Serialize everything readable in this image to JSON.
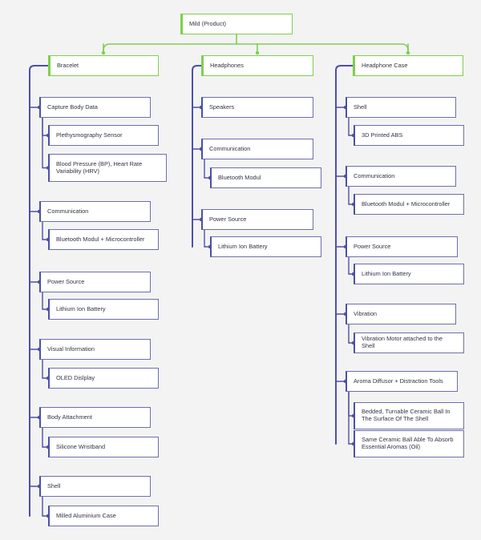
{
  "diagram": {
    "root": {
      "label": "Mild (Product)"
    },
    "columns": [
      {
        "label": "Bracelet",
        "groups": [
          {
            "label": "Capture Body Data",
            "children": [
              "Plethysmography Sensor",
              "Blood Pressure (BP), Heart Rate Variability (HRV)"
            ]
          },
          {
            "label": "Communication",
            "children": [
              "Bluetooth Modul + Microcontroller"
            ]
          },
          {
            "label": "Power Source",
            "children": [
              "Lithium Ion Battery"
            ]
          },
          {
            "label": "Visual Information",
            "children": [
              "OLED Dislplay"
            ]
          },
          {
            "label": "Body Attachment",
            "children": [
              "Silicone Wristband"
            ]
          },
          {
            "label": "Shell",
            "children": [
              "Milled Aluminium Case"
            ]
          }
        ]
      },
      {
        "label": "Headphones",
        "groups": [
          {
            "label": "Speakers",
            "children": []
          },
          {
            "label": "Communication",
            "children": [
              "Bluetooth Modul"
            ]
          },
          {
            "label": "Power Source",
            "children": [
              "Lithium Ion Battery"
            ]
          }
        ]
      },
      {
        "label": "Headphone Case",
        "groups": [
          {
            "label": "Shell",
            "children": [
              "3D Printed ABS"
            ]
          },
          {
            "label": "Communication",
            "children": [
              "Bluetooth Modul + Microcontroller"
            ]
          },
          {
            "label": "Power Source",
            "children": [
              "Lithium Ion Battery"
            ]
          },
          {
            "label": "Vibration",
            "children": [
              "Vibration Motor attached to the Shell"
            ]
          },
          {
            "label": "Aroma Diffusor + Distraction Tools",
            "children": [
              "Bedded, Turnable Ceramic Ball In The Surface Of The Shell",
              "Same Ceramic Ball Able To Absorb Essential Aromas (Oil)"
            ]
          }
        ]
      }
    ]
  },
  "colors": {
    "background": "#f3f3f3",
    "root_accent": "#7fcf4c",
    "connector": "#4e4fa8",
    "node_border": "#6e6fae"
  }
}
